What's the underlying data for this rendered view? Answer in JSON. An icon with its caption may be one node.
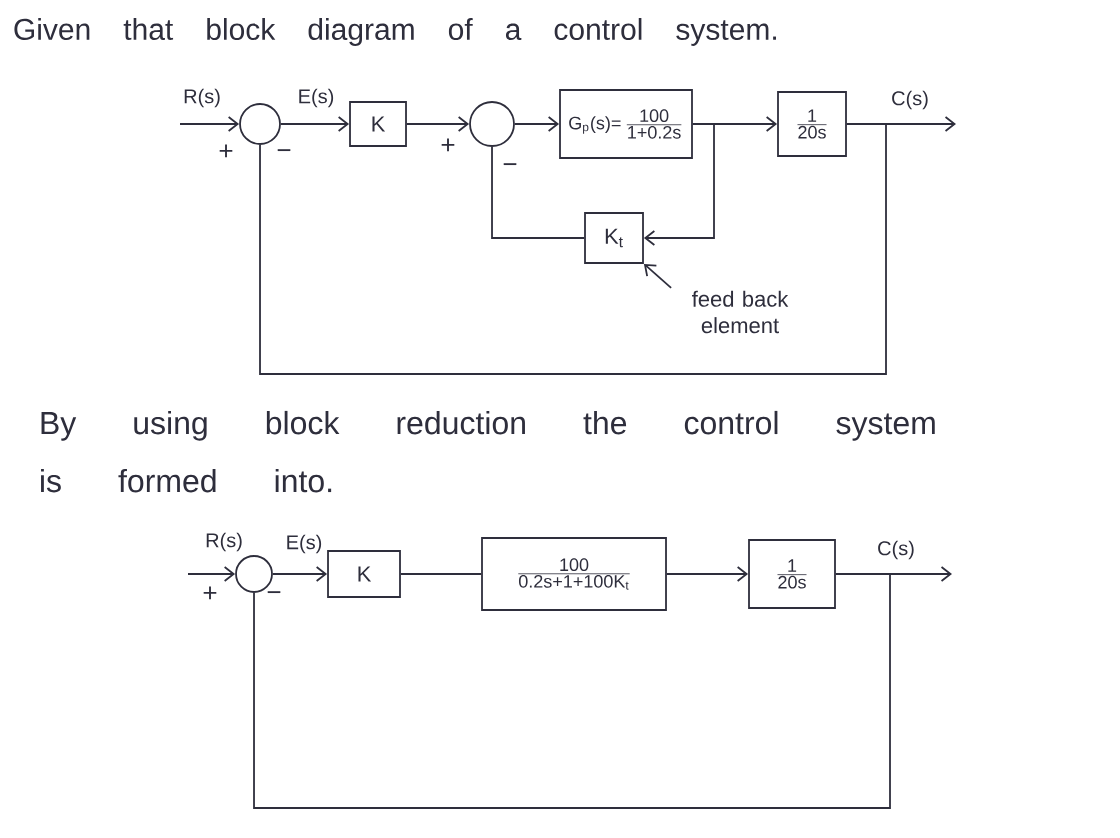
{
  "diagram": {
    "title": "Given that block diagram of a control system.",
    "nodes": [
      {
        "text": [],
        "shape": "circle"
      },
      {
        "text": [
          "K"
        ]
      },
      {
        "text": [],
        "shape": "circle"
      },
      {
        "text": [
          "G$_{p}$(s)=",
          "100",
          "1+0.2s"
        ]
      },
      {
        "text": [
          "1",
          "20s"
        ]
      },
      {
        "text": [
          "K$_{t}$"
        ]
      },
      {
        "text": [
          "feed back element"
        ]
      },
      {
        "text": [],
        "shape": "circle"
      },
      {
        "text": [
          "K"
        ]
      },
      {
        "text": [
          "100",
          "0.2s+1+100K$_{t}$"
        ]
      },
      {
        "text": [
          "1",
          "20s"
        ]
      }
    ],
    "edges": [
      {
        "from": null,
        "to": 0,
        "arrow": "to",
        "label": "R(s)"
      },
      {
        "from": 0,
        "to": 1,
        "arrow": "to",
        "label": "E(s)"
      },
      {
        "from": 1,
        "to": 2,
        "arrow": "to"
      },
      {
        "from": 2,
        "to": 3,
        "arrow": "to"
      },
      {
        "from": 3,
        "to": 4,
        "arrow": "to"
      },
      {
        "from": 3,
        "to": 5,
        "arrow": "to"
      },
      {
        "from": 5,
        "to": 2,
        "arrow": "none"
      },
      {
        "from": 4,
        "to": null,
        "arrow": "to",
        "label": "C(s)"
      },
      {
        "from": 4,
        "to": 0,
        "arrow": "none"
      },
      {
        "from": 6,
        "to": 5,
        "arrow": "to"
      },
      {
        "from": null,
        "to": 7,
        "arrow": "to",
        "label": "R(s)"
      },
      {
        "from": 7,
        "to": 8,
        "arrow": "to",
        "label": "E(s)"
      },
      {
        "from": 8,
        "to": 9,
        "arrow": "none"
      },
      {
        "from": 9,
        "to": 10,
        "arrow": "to"
      },
      {
        "from": 10,
        "to": null,
        "arrow": "to",
        "label": "C(s)"
      },
      {
        "from": 10,
        "to": 7,
        "arrow": "none"
      }
    ],
    "labels": [
      "+",
      "−",
      "+",
      "−",
      "By using block reduction the control system is formed into.",
      "+",
      "−"
    ]
  }
}
